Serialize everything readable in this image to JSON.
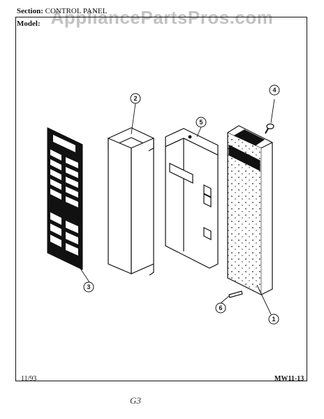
{
  "header": {
    "section_label": "Section:",
    "section_value": "CONTROL PANEL",
    "model_label": "Model:"
  },
  "watermark": "AppliancePartsPros.com",
  "callouts": [
    "1",
    "2",
    "3",
    "4",
    "5",
    "6"
  ],
  "footer": {
    "date_code": "11/93",
    "page_code": "MW11-13",
    "handwritten_note": "G3"
  }
}
